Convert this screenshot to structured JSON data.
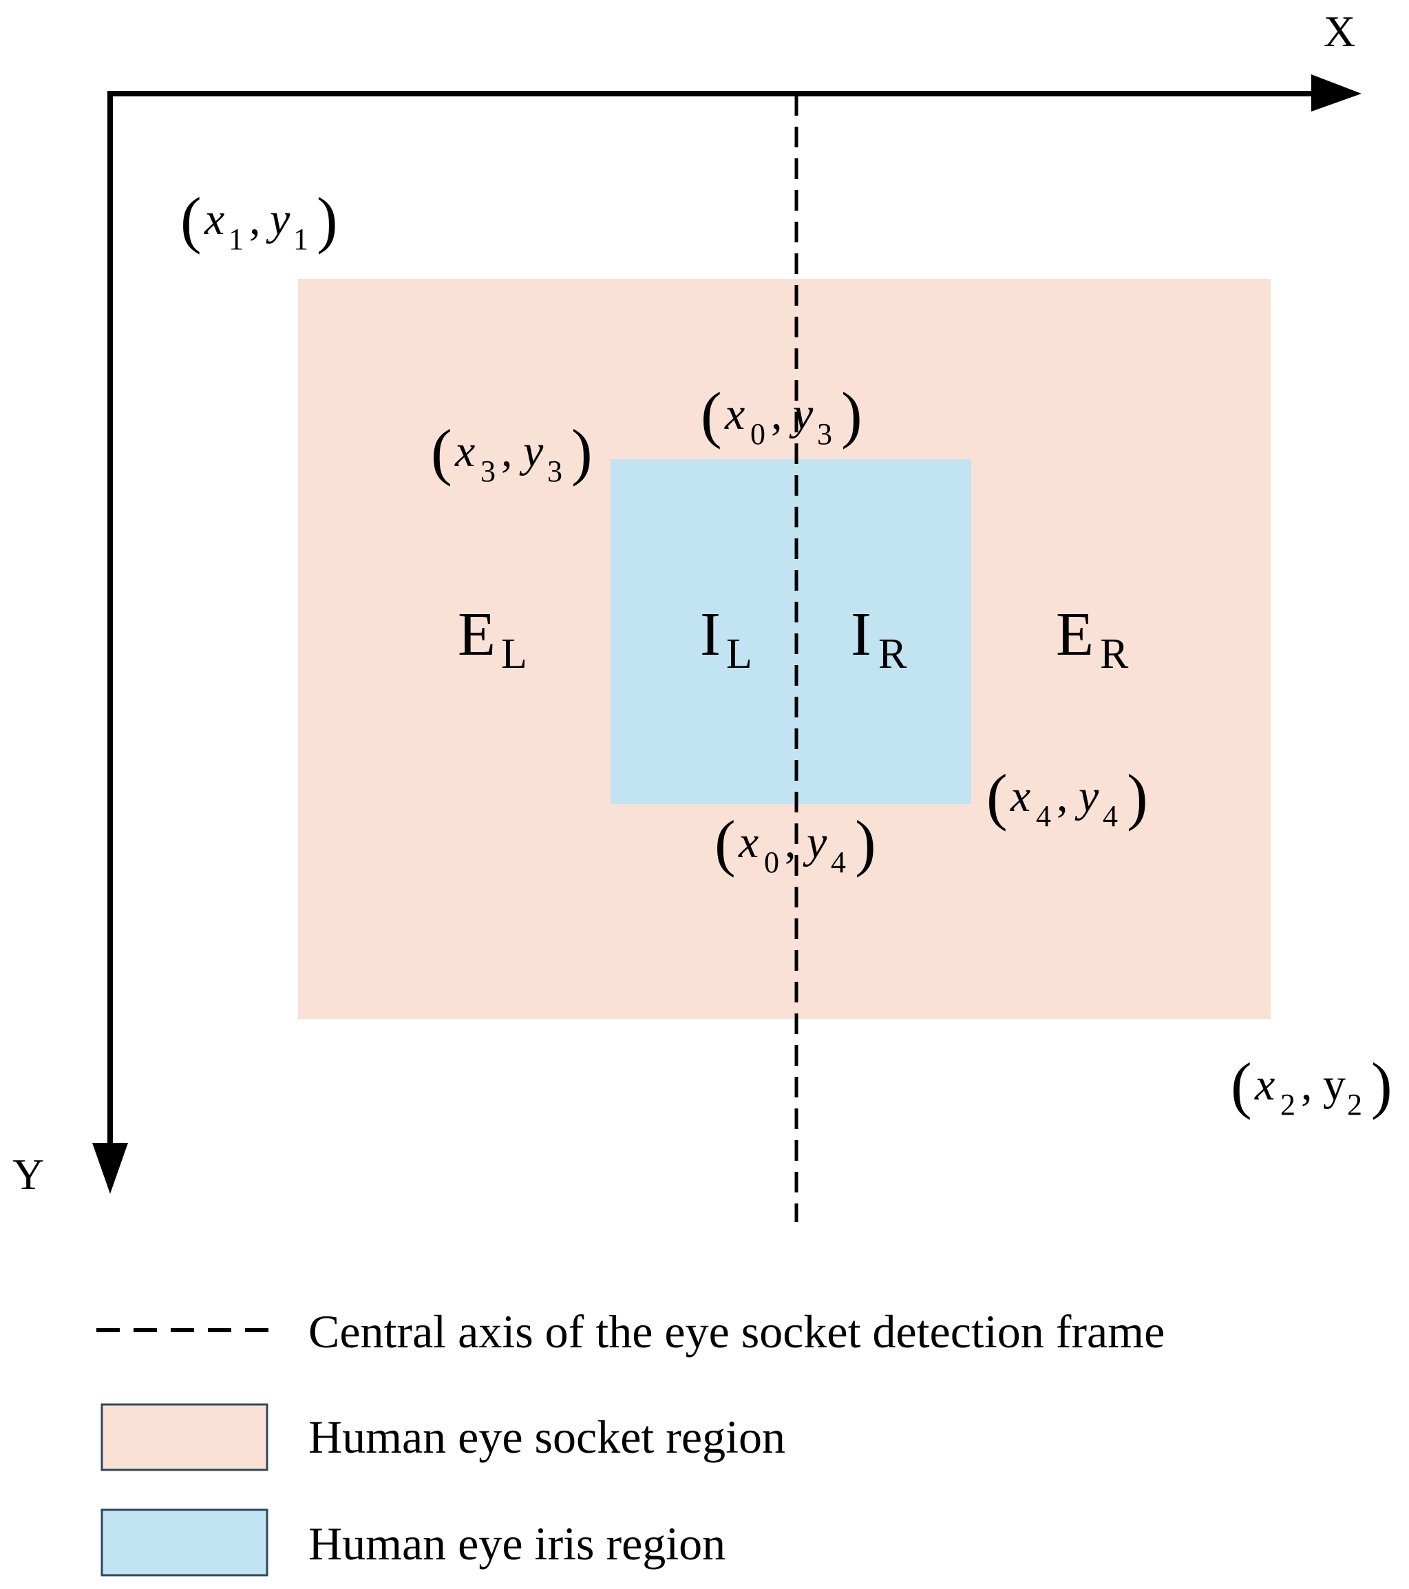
{
  "axes": {
    "x_label": "X",
    "y_label": "Y"
  },
  "coords": {
    "p1": {
      "x": "x",
      "xs": "1",
      "y": "y",
      "ys": "1"
    },
    "p2": {
      "x": "x",
      "xs": "2",
      "y": "y",
      "ys": "2"
    },
    "p3": {
      "x": "x",
      "xs": "3",
      "y": "y",
      "ys": "3"
    },
    "p4": {
      "x": "x",
      "xs": "4",
      "y": "y",
      "ys": "4"
    },
    "p03": {
      "x": "x",
      "xs": "0",
      "y": "y",
      "ys": "3"
    },
    "p04": {
      "x": "x",
      "xs": "0",
      "y": "y",
      "ys": "4"
    }
  },
  "regions": {
    "el": {
      "main": "E",
      "sub": "L"
    },
    "er": {
      "main": "E",
      "sub": "R"
    },
    "il": {
      "main": "I",
      "sub": "L"
    },
    "ir": {
      "main": "I",
      "sub": "R"
    }
  },
  "colors": {
    "socket": "#fae1d6",
    "iris": "#c2e3f2",
    "legend_border": "#2c4a5a",
    "stroke": "#000000"
  },
  "legend": {
    "axis": "Central axis of the eye socket detection frame",
    "socket": "Human eye socket region",
    "iris": "Human eye iris region"
  }
}
